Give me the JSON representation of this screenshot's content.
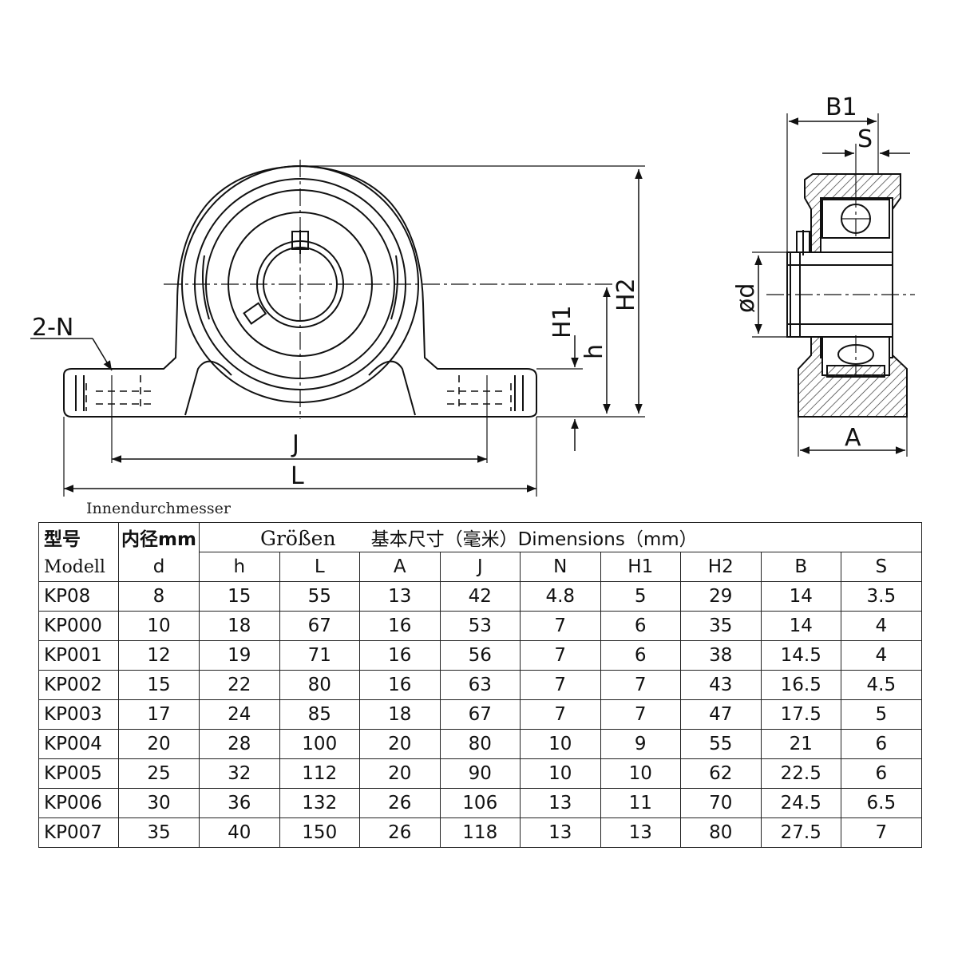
{
  "drawing": {
    "labels": {
      "holes": "2-N",
      "j": "J",
      "l": "L",
      "h1": "H1",
      "h": "h",
      "h2": "H2",
      "b1": "B1",
      "s": "S",
      "d": "ød",
      "a": "A"
    }
  },
  "caption": "Innendurchmesser",
  "table": {
    "header": {
      "model_cn": "型号",
      "bore_cn": "内径mm",
      "groessen": "Größen",
      "dimensions": "基本尺寸（毫米）Dimensions（mm）",
      "model_de": "Modell",
      "columns": [
        "d",
        "h",
        "L",
        "A",
        "J",
        "N",
        "H1",
        "H2",
        "B",
        "S"
      ]
    },
    "rows": [
      {
        "model": "KP08",
        "values": [
          "8",
          "15",
          "55",
          "13",
          "42",
          "4.8",
          "5",
          "29",
          "14",
          "3.5"
        ]
      },
      {
        "model": "KP000",
        "values": [
          "10",
          "18",
          "67",
          "16",
          "53",
          "7",
          "6",
          "35",
          "14",
          "4"
        ]
      },
      {
        "model": "KP001",
        "values": [
          "12",
          "19",
          "71",
          "16",
          "56",
          "7",
          "6",
          "38",
          "14.5",
          "4"
        ]
      },
      {
        "model": "KP002",
        "values": [
          "15",
          "22",
          "80",
          "16",
          "63",
          "7",
          "7",
          "43",
          "16.5",
          "4.5"
        ]
      },
      {
        "model": "KP003",
        "values": [
          "17",
          "24",
          "85",
          "18",
          "67",
          "7",
          "7",
          "47",
          "17.5",
          "5"
        ]
      },
      {
        "model": "KP004",
        "values": [
          "20",
          "28",
          "100",
          "20",
          "80",
          "10",
          "9",
          "55",
          "21",
          "6"
        ]
      },
      {
        "model": "KP005",
        "values": [
          "25",
          "32",
          "112",
          "20",
          "90",
          "10",
          "10",
          "62",
          "22.5",
          "6"
        ]
      },
      {
        "model": "KP006",
        "values": [
          "30",
          "36",
          "132",
          "26",
          "106",
          "13",
          "11",
          "70",
          "24.5",
          "6.5"
        ]
      },
      {
        "model": "KP007",
        "values": [
          "35",
          "40",
          "150",
          "26",
          "118",
          "13",
          "13",
          "80",
          "27.5",
          "7"
        ]
      }
    ]
  }
}
